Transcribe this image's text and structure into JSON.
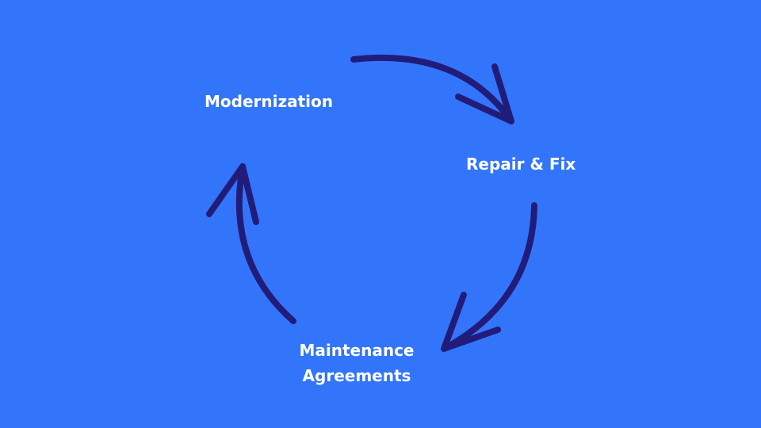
{
  "colors": {
    "background": "#3375fa",
    "arrow": "#211c7a",
    "text": "#ffffff"
  },
  "nodes": {
    "modernization": {
      "label": "Modernization"
    },
    "repair": {
      "label": "Repair & Fix"
    },
    "maintenance": {
      "line1": "Maintenance",
      "line2": "Agreements"
    }
  },
  "arrows": [
    {
      "from": "Modernization",
      "to": "Repair & Fix",
      "icon": "curved-arrow-icon"
    },
    {
      "from": "Repair & Fix",
      "to": "Maintenance Agreements",
      "icon": "curved-arrow-icon"
    },
    {
      "from": "Maintenance Agreements",
      "to": "Modernization",
      "icon": "curved-arrow-icon"
    }
  ]
}
